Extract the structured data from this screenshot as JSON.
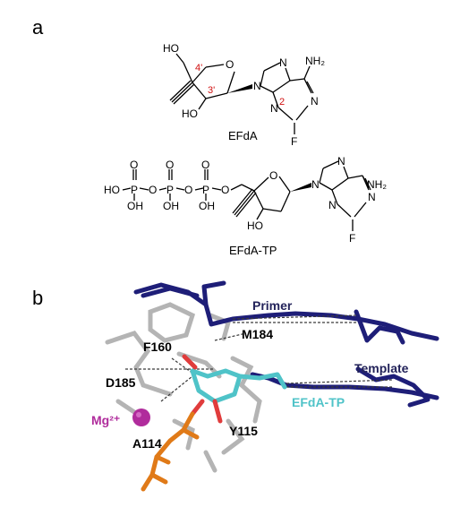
{
  "panel_a": {
    "letter": "a",
    "efda": {
      "caption": "EFdA",
      "atoms": {
        "ho_top": "HO",
        "o_ring": "O",
        "n9": "N",
        "n7": "N",
        "n1": "N",
        "n3": "N",
        "nh2": "NH₂",
        "f": "F",
        "ho_bottom": "HO"
      },
      "numbering": {
        "c4": "4'",
        "c3": "3'",
        "c2": "2"
      }
    },
    "efda_tp": {
      "caption": "EFdA-TP",
      "atoms": {
        "p1_o": "O",
        "p2_o": "O",
        "p3_o": "O",
        "p1": "P",
        "p2": "P",
        "p3": "P",
        "ho_left": "HO",
        "o_br1": "O",
        "o_br2": "O",
        "o_link": "O",
        "oh1": "OH",
        "oh2": "OH",
        "oh3": "OH",
        "o_ring": "O",
        "n9": "N",
        "n7": "N",
        "n1": "N",
        "n3": "N",
        "nh2": "NH₂",
        "f": "F",
        "ho_bottom": "HO"
      }
    }
  },
  "panel_b": {
    "letter": "b",
    "labels": {
      "primer": "Primer",
      "template": "Template",
      "m184": "M184",
      "f160": "F160",
      "d185": "D185",
      "efda_tp": "EFdA-TP",
      "mg": "Mg²⁺",
      "a114": "A114",
      "y115": "Y115"
    },
    "colors": {
      "nucleic_acid": "#1e1e78",
      "efda_tp": "#4fc3c8",
      "magnesium": "#b02c9c",
      "label_dark": "#23235a",
      "phosphate": "#e07a18",
      "oxygen": "#e03c3c",
      "protein": "#b4b4b4"
    }
  }
}
